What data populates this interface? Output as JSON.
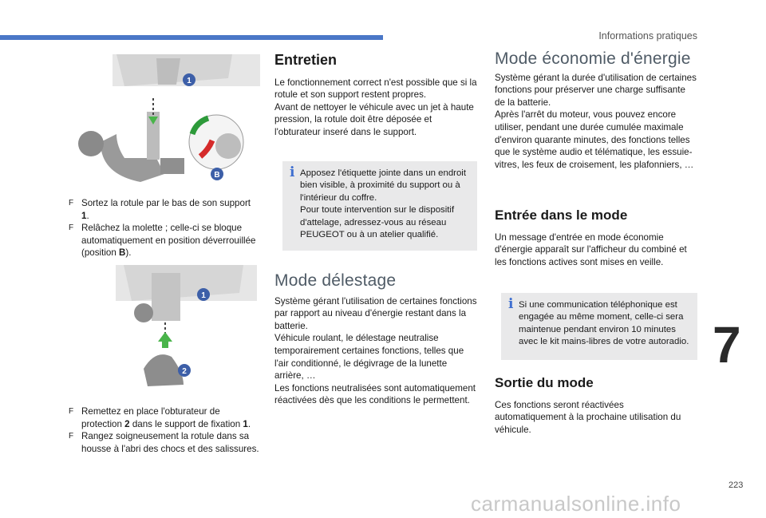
{
  "header": {
    "section": "Informations pratiques"
  },
  "chapter_number": "7",
  "page_number": "223",
  "watermark": "carmanualsonline.info",
  "col1": {
    "figure1": {
      "labels": [
        "1",
        "B"
      ]
    },
    "bullets1": [
      {
        "prefix": "Sortez la rotule par le bas de son support ",
        "bold": "1",
        "suffix": "."
      },
      {
        "prefix": "Relâchez la molette ; celle-ci se bloque automatiquement en position déverrouillée (position ",
        "bold": "B",
        "suffix": ")."
      }
    ],
    "figure2": {
      "labels": [
        "1",
        "2"
      ]
    },
    "bullets2": [
      {
        "prefix": "Remettez en place l'obturateur de protection ",
        "bold": "2",
        "suffix": " dans le support de fixation ",
        "bold2": "1",
        "suffix2": "."
      },
      {
        "prefix": "Rangez soigneusement la rotule dans sa housse à l'abri des chocs et des salissures."
      }
    ],
    "bullet_marker": "F"
  },
  "col2": {
    "entretien_title": "Entretien",
    "entretien_text": [
      "Le fonctionnement correct n'est possible que si la rotule et son support restent propres.",
      "Avant de nettoyer le véhicule avec un jet à haute pression, la rotule doit être déposée et l'obturateur inseré dans le support."
    ],
    "info1": [
      "Apposez l'étiquette jointe dans un endroit bien visible, à proximité du support ou à l'intérieur du coffre.",
      "Pour toute intervention sur le dispositif d'attelage, adressez-vous au réseau PEUGEOT ou à un atelier qualifié."
    ],
    "delestage_title": "Mode délestage",
    "delestage_text": [
      "Système gérant l'utilisation de certaines fonctions par rapport au niveau d'énergie restant dans la batterie.",
      "Véhicule roulant, le délestage neutralise temporairement certaines fonctions, telles que l'air conditionné, le dégivrage de la lunette arrière, …",
      "Les fonctions neutralisées sont automatiquement réactivées dès que les conditions le permettent."
    ]
  },
  "col3": {
    "economie_title": "Mode économie d'énergie",
    "economie_text": [
      "Système gérant la durée d'utilisation de certaines fonctions pour préserver une charge suffisante de la batterie.",
      "Après l'arrêt du moteur, vous pouvez encore utiliser, pendant une durée cumulée maximale d'environ quarante minutes, des fonctions telles que le système audio et télématique, les essuie-vitres, les feux de croisement, les plafonniers, …"
    ],
    "entree_title": "Entrée dans le mode",
    "entree_text": "Un message d'entrée en mode économie d'énergie apparaît sur l'afficheur du combiné et les fonctions actives sont mises en veille.",
    "info2": "Si une communication téléphonique est engagée au même moment, celle-ci sera maintenue pendant environ 10 minutes avec le kit mains-libres de votre autoradio.",
    "sortie_title": "Sortie du mode",
    "sortie_text": "Ces fonctions seront réactivées automatiquement à la prochaine utilisation du véhicule."
  },
  "info_icon": "i",
  "colors": {
    "accent": "#4a77c7",
    "info_bg": "#e9e9ea",
    "callout": "#3d5fa8"
  }
}
